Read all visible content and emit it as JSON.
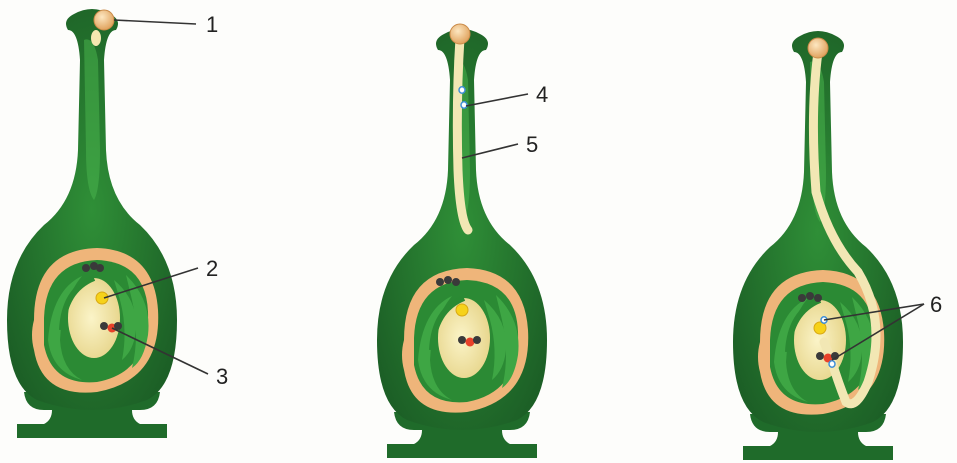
{
  "labels": {
    "l1": "1",
    "l2": "2",
    "l3": "3",
    "l4": "4",
    "l5": "5",
    "l6": "6"
  },
  "colors": {
    "ovary_dark": "#1f6b2a",
    "ovary_mid": "#2c8a35",
    "style_light": "#3fa843",
    "integument_tan": "#efb57a",
    "embryo_sac": "#f1e6a6",
    "pollen": "#f2c98a",
    "pollen_tube": "#f2e7b4",
    "polar_nucleus": "#f6d21a",
    "egg_cell": "#e8412a",
    "synergid": "#3a3a3a",
    "sperm": "#3f8fd8"
  }
}
